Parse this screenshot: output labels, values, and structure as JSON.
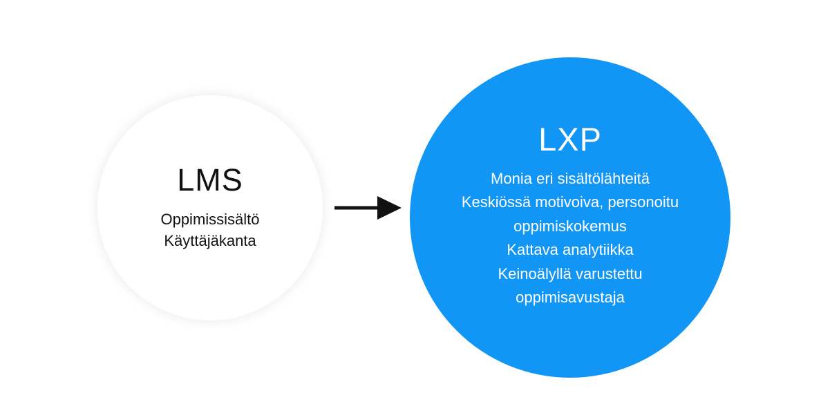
{
  "colors": {
    "lxp_fill": "#1296f5",
    "arrow": "#111111",
    "lms_fill": "#ffffff"
  },
  "lms": {
    "title": "LMS",
    "lines": [
      "Oppimissisältö",
      "Käyttäjäkanta"
    ]
  },
  "arrow": {
    "icon": "arrow-right-icon"
  },
  "lxp": {
    "title": "LXP",
    "lines": [
      "Monia eri sisältölähteitä",
      "Keskiössä motivoiva, personoitu",
      "oppimiskokemus",
      "Kattava analytiikka",
      "Keinoälyllä varustettu",
      "oppimisavustaja"
    ]
  }
}
